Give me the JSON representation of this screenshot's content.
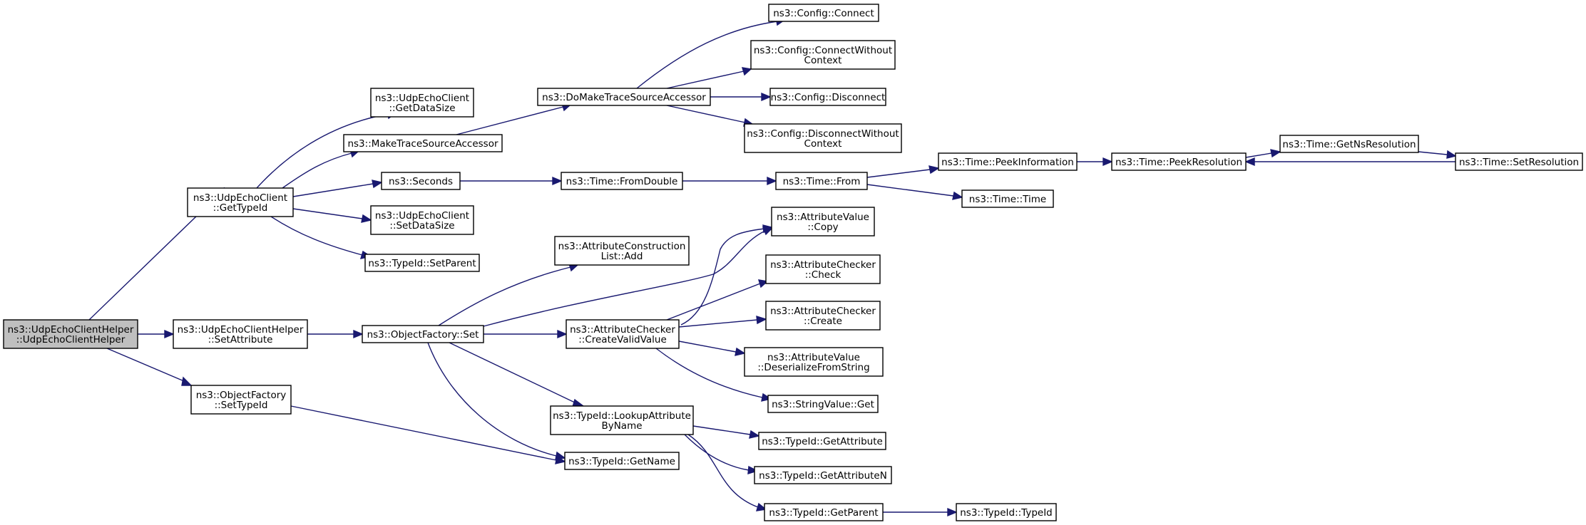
{
  "graph": {
    "nodes": [
      {
        "id": "root",
        "lines": [
          "ns3::UdpEchoClientHelper",
          "::UdpEchoClientHelper"
        ],
        "highlighted": true
      },
      {
        "id": "getTypeId",
        "lines": [
          "ns3::UdpEchoClient",
          "::GetTypeId"
        ]
      },
      {
        "id": "setAttribute",
        "lines": [
          "ns3::UdpEchoClientHelper",
          "::SetAttribute"
        ]
      },
      {
        "id": "ofSetTypeId",
        "lines": [
          "ns3::ObjectFactory",
          "::SetTypeId"
        ]
      },
      {
        "id": "getDataSize",
        "lines": [
          "ns3::UdpEchoClient",
          "::GetDataSize"
        ]
      },
      {
        "id": "makeTSA",
        "lines": [
          "ns3::MakeTraceSourceAccessor"
        ]
      },
      {
        "id": "seconds",
        "lines": [
          "ns3::Seconds"
        ]
      },
      {
        "id": "setDataSize",
        "lines": [
          "ns3::UdpEchoClient",
          "::SetDataSize"
        ]
      },
      {
        "id": "setParent",
        "lines": [
          "ns3::TypeId::SetParent"
        ]
      },
      {
        "id": "ofSet",
        "lines": [
          "ns3::ObjectFactory::Set"
        ]
      },
      {
        "id": "doMakeTSA",
        "lines": [
          "ns3::DoMakeTraceSourceAccessor"
        ]
      },
      {
        "id": "fromDouble",
        "lines": [
          "ns3::Time::FromDouble"
        ]
      },
      {
        "id": "acAdd",
        "lines": [
          "ns3::AttributeConstruction",
          "List::Add"
        ]
      },
      {
        "id": "createValid",
        "lines": [
          "ns3::AttributeChecker",
          "::CreateValidValue"
        ]
      },
      {
        "id": "lookupAttr",
        "lines": [
          "ns3::TypeId::LookupAttribute",
          "ByName"
        ]
      },
      {
        "id": "getName",
        "lines": [
          "ns3::TypeId::GetName"
        ]
      },
      {
        "id": "cfgConnect",
        "lines": [
          "ns3::Config::Connect"
        ]
      },
      {
        "id": "cfgConnectWC",
        "lines": [
          "ns3::Config::ConnectWithout",
          "Context"
        ]
      },
      {
        "id": "cfgDisconnect",
        "lines": [
          "ns3::Config::Disconnect"
        ]
      },
      {
        "id": "cfgDisconnectWC",
        "lines": [
          "ns3::Config::DisconnectWithout",
          "Context"
        ]
      },
      {
        "id": "timeFrom",
        "lines": [
          "ns3::Time::From"
        ]
      },
      {
        "id": "avCopy",
        "lines": [
          "ns3::AttributeValue",
          "::Copy"
        ]
      },
      {
        "id": "acCheck",
        "lines": [
          "ns3::AttributeChecker",
          "::Check"
        ]
      },
      {
        "id": "acCreate",
        "lines": [
          "ns3::AttributeChecker",
          "::Create"
        ]
      },
      {
        "id": "avDeser",
        "lines": [
          "ns3::AttributeValue",
          "::DeserializeFromString"
        ]
      },
      {
        "id": "svGet",
        "lines": [
          "ns3::StringValue::Get"
        ]
      },
      {
        "id": "tidGetAttr",
        "lines": [
          "ns3::TypeId::GetAttribute"
        ]
      },
      {
        "id": "tidGetAttrN",
        "lines": [
          "ns3::TypeId::GetAttributeN"
        ]
      },
      {
        "id": "tidGetParent",
        "lines": [
          "ns3::TypeId::GetParent"
        ]
      },
      {
        "id": "peekInfo",
        "lines": [
          "ns3::Time::PeekInformation"
        ]
      },
      {
        "id": "timeTime",
        "lines": [
          "ns3::Time::Time"
        ]
      },
      {
        "id": "peekRes",
        "lines": [
          "ns3::Time::PeekResolution"
        ]
      },
      {
        "id": "getNsRes",
        "lines": [
          "ns3::Time::GetNsResolution"
        ]
      },
      {
        "id": "setRes",
        "lines": [
          "ns3::Time::SetResolution"
        ]
      },
      {
        "id": "tidTypeId",
        "lines": [
          "ns3::TypeId::TypeId"
        ]
      }
    ]
  }
}
